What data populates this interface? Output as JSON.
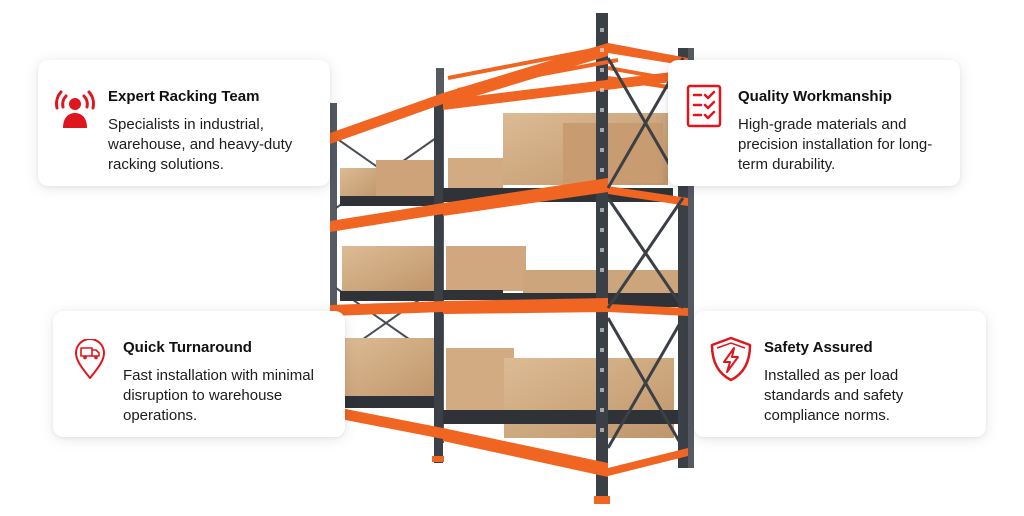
{
  "colors": {
    "accent": "#e0161e",
    "rack_beam": "#f06522",
    "rack_frame": "#3b4046",
    "box": "#cda57c"
  },
  "illustration": {
    "icon": "pallet-racking-image"
  },
  "cards": [
    {
      "icon": "team-person-icon",
      "title": "Expert Racking Team",
      "description": "Specialists in industrial, warehouse, and heavy-duty racking solutions."
    },
    {
      "icon": "checklist-icon",
      "title": "Quality Workmanship",
      "description": "High-grade materials and precision installation for long-term durability."
    },
    {
      "icon": "delivery-truck-pin-icon",
      "title": "Quick Turnaround",
      "description": "Fast installation with minimal disruption to warehouse operations."
    },
    {
      "icon": "shield-bolt-icon",
      "title": "Safety Assured",
      "description": "Installed as per load standards and safety compliance norms."
    }
  ]
}
